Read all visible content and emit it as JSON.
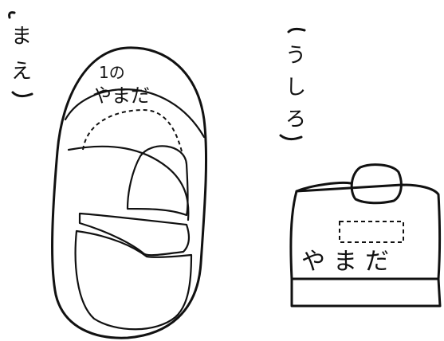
{
  "front": {
    "label_chars": [
      "ま",
      "え"
    ],
    "class_name": "1の",
    "name": "やまだ"
  },
  "back": {
    "label_chars": [
      "う",
      "し",
      "ろ"
    ],
    "name": "やまだ"
  },
  "colors": {
    "ink": "#111111",
    "paper": "#ffffff"
  }
}
